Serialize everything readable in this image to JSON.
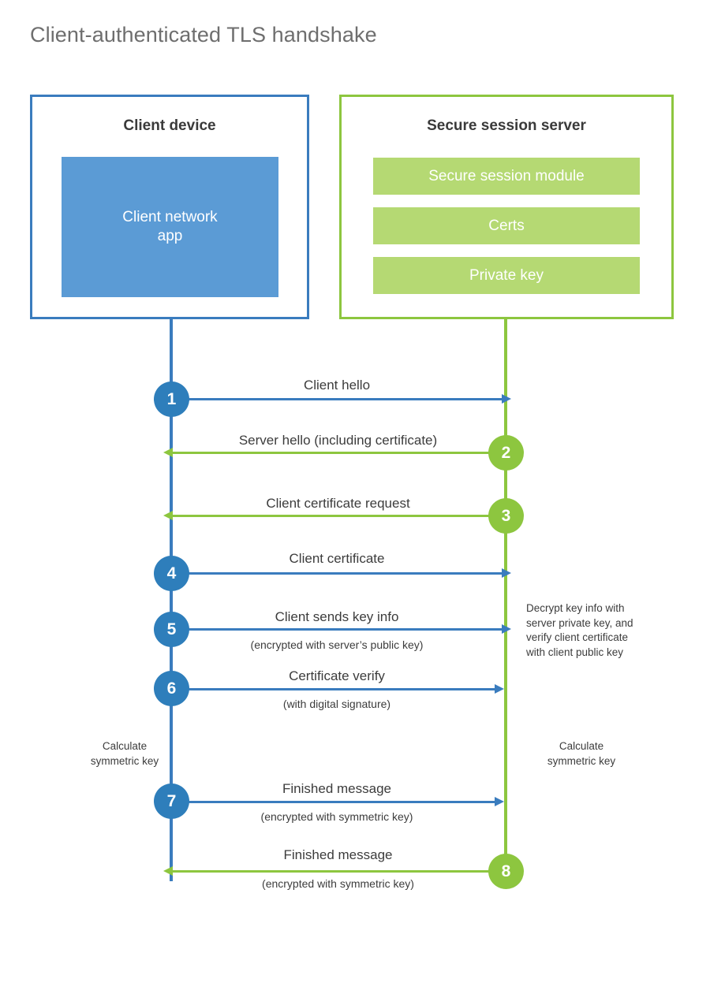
{
  "title": "Client-authenticated TLS handshake",
  "colors": {
    "client_accent": "#3a7cbe",
    "client_fill": "#5b9bd5",
    "client_circle": "#2e7ebb",
    "server_accent": "#8dc63f",
    "server_fill": "#b5d973",
    "text": "#3c3c3c",
    "title_text": "#6e6e6e",
    "background": "#ffffff"
  },
  "actors": {
    "client": {
      "title": "Client device",
      "blocks": [
        {
          "label": "Client network\napp"
        }
      ]
    },
    "server": {
      "title": "Secure session server",
      "blocks": [
        {
          "label": "Secure session module"
        },
        {
          "label": "Certs"
        },
        {
          "label": "Private key"
        }
      ]
    }
  },
  "steps": [
    {
      "number": "1",
      "label": "Client hello",
      "sublabel": "",
      "direction": "client-to-server",
      "side": "client",
      "color": "blue"
    },
    {
      "number": "2",
      "label": "Server hello (including certificate)",
      "sublabel": "",
      "direction": "server-to-client",
      "side": "server",
      "color": "green"
    },
    {
      "number": "3",
      "label": "Client certificate request",
      "sublabel": "",
      "direction": "server-to-client",
      "side": "server",
      "color": "green"
    },
    {
      "number": "4",
      "label": "Client certificate",
      "sublabel": "",
      "direction": "client-to-server",
      "side": "client",
      "color": "blue"
    },
    {
      "number": "5",
      "label": "Client sends key info",
      "sublabel": "(encrypted with server’s public key)",
      "direction": "client-to-server",
      "side": "client",
      "color": "blue"
    },
    {
      "number": "6",
      "label": "Certificate verify",
      "sublabel": "(with digital signature)",
      "direction": "client-to-server",
      "side": "client",
      "color": "blue"
    },
    {
      "number": "7",
      "label": "Finished message",
      "sublabel": "(encrypted with symmetric key)",
      "direction": "client-to-server",
      "side": "client",
      "color": "blue"
    },
    {
      "number": "8",
      "label": "Finished message",
      "sublabel": "(encrypted with symmetric key)",
      "direction": "server-to-client",
      "side": "server",
      "color": "green"
    }
  ],
  "notes": {
    "server_decrypt": "Decrypt key info with\nserver private key, and\nverify client certificate\nwith client public key",
    "client_calculate": "Calculate\nsymmetric key",
    "server_calculate": "Calculate\nsymmetric key"
  }
}
